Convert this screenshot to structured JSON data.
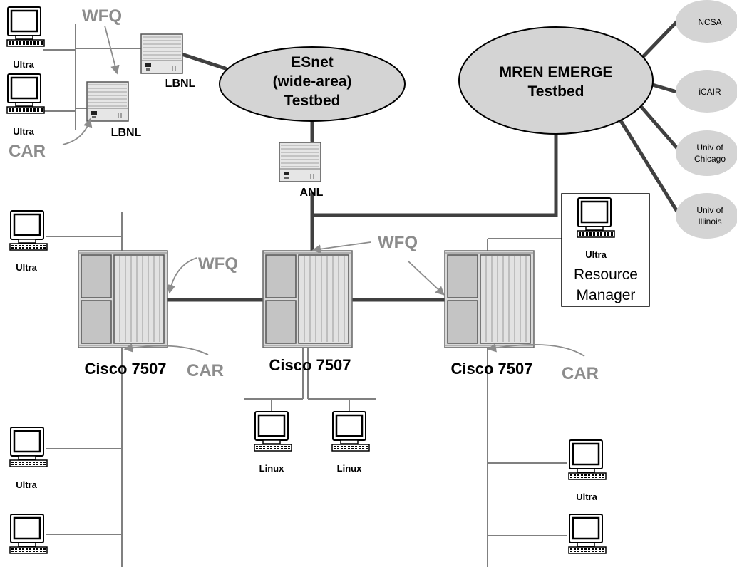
{
  "clouds": {
    "esnet": [
      "ESnet",
      "(wide-area)",
      "Testbed"
    ],
    "mren": [
      "MREN EMERGE",
      "Testbed"
    ]
  },
  "sites": {
    "ncsa": [
      "NCSA"
    ],
    "icair": [
      "iCAIR"
    ],
    "uchicago": [
      "Univ of",
      "Chicago"
    ],
    "uillinois": [
      "Univ of",
      "Illinois"
    ]
  },
  "routers": {
    "lbnl_top": "LBNL",
    "lbnl_bottom": "LBNL",
    "anl": "ANL",
    "cisco_left": "Cisco 7507",
    "cisco_mid": "Cisco 7507",
    "cisco_right": "Cisco 7507"
  },
  "hosts": {
    "top_left_1": "Ultra",
    "top_left_2": "Ultra",
    "left_1": "Ultra",
    "left_2": "Ultra",
    "mid_1": "Linux",
    "mid_2": "Linux",
    "right_1": "Ultra",
    "rm_host": "Ultra"
  },
  "annotations": {
    "wfq_top": "WFQ",
    "car_top": "CAR",
    "wfq_left": "WFQ",
    "wfq_mid": "WFQ",
    "car_left": "CAR",
    "car_right": "CAR"
  },
  "resource_manager": [
    "Resource",
    "Manager"
  ]
}
